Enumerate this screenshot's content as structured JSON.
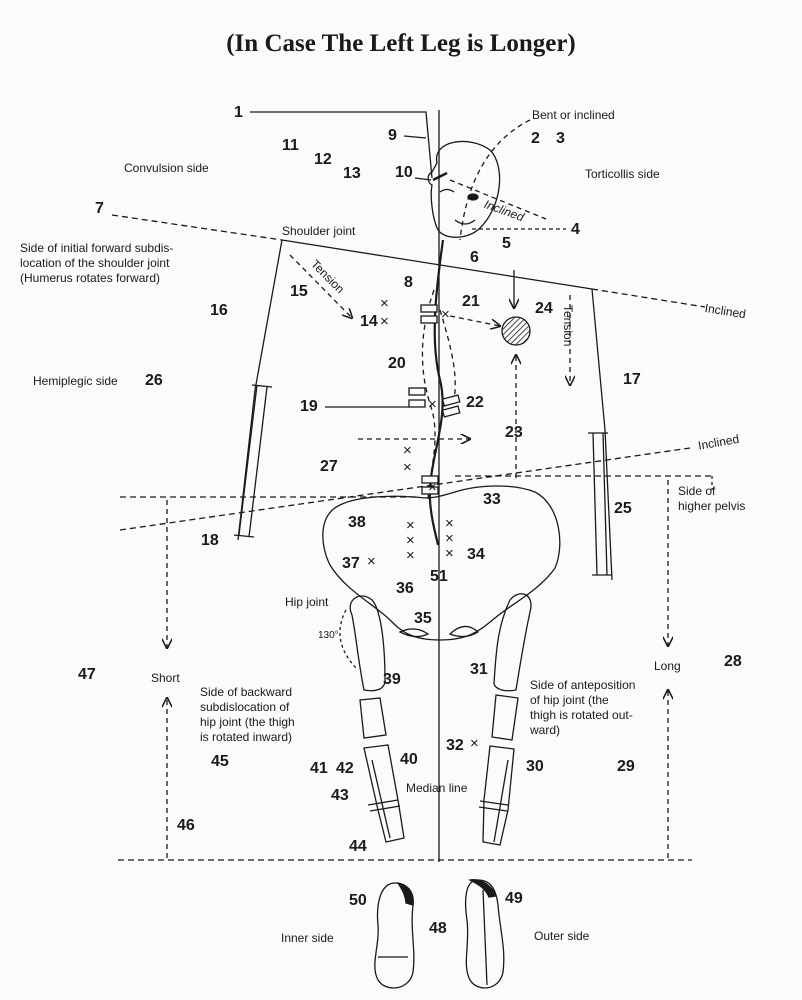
{
  "title": "(In Case The Left Leg is Longer)",
  "labels": {
    "convulsion_side": "Convulsion side",
    "torticollis_side": "Torticollis side",
    "bent_or_inclined": "Bent or inclined",
    "shoulder_joint": "Shoulder joint",
    "side_initial_forward": "Side of initial forward subdis-\nlocation of the shoulder joint\n(Humerus rotates forward)",
    "hemiplegic_side": "Hemiplegic side",
    "inclined_head": "Inclined",
    "inclined_shoulder": "Inclined",
    "inclined_pelvis": "Inclined",
    "tension_left": "Tension",
    "tension_right": "Tension",
    "side_higher_pelvis": "Side of\nhigher pelvis",
    "hip_joint": "Hip joint",
    "angle_130": "130°",
    "short": "Short",
    "long": "Long",
    "side_backward_subdislocation": "Side of backward\nsubdislocation of\nhip joint (the thigh\nis rotated inward)",
    "side_anteposition": "Side of anteposition\nof hip joint (the\nthigh is rotated out-\nward)",
    "median_line": "Median line",
    "inner_side": "Inner side",
    "outer_side": "Outer side"
  },
  "numbers": {
    "n1": "1",
    "n2": "2",
    "n3": "3",
    "n4": "4",
    "n5": "5",
    "n6": "6",
    "n7": "7",
    "n8": "8",
    "n9": "9",
    "n10": "10",
    "n11": "11",
    "n12": "12",
    "n13": "13",
    "n14": "14",
    "n15": "15",
    "n16": "16",
    "n17": "17",
    "n18": "18",
    "n19": "19",
    "n20": "20",
    "n21": "21",
    "n22": "22",
    "n23": "23",
    "n24": "24",
    "n25": "25",
    "n26": "26",
    "n27": "27",
    "n28": "28",
    "n29": "29",
    "n30": "30",
    "n31": "31",
    "n32": "32",
    "n33": "33",
    "n34": "34",
    "n35": "35",
    "n36": "36",
    "n37": "37",
    "n38": "38",
    "n39": "39",
    "n40": "40",
    "n41": "41",
    "n42": "42",
    "n43": "43",
    "n44": "44",
    "n45": "45",
    "n46": "46",
    "n47": "47",
    "n48": "48",
    "n49": "49",
    "n50": "50",
    "n51": "51"
  },
  "colors": {
    "ink": "#1a1a1a",
    "paper": "#fbfbfb"
  }
}
